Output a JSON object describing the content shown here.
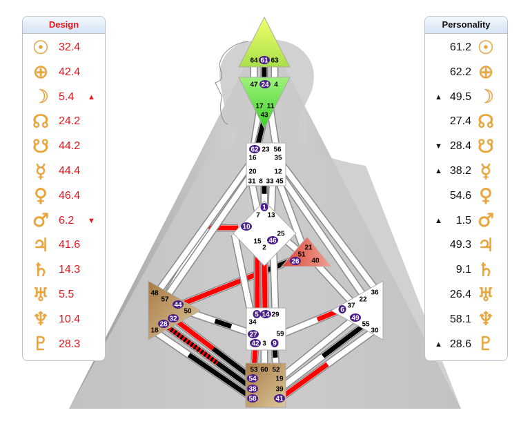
{
  "design": {
    "title": "Design",
    "rows": [
      {
        "planet": "sun",
        "glyph": "☉",
        "value": "32.4",
        "arrow": ""
      },
      {
        "planet": "earth",
        "glyph": "⊕",
        "value": "42.4",
        "arrow": ""
      },
      {
        "planet": "moon",
        "glyph": "☽",
        "value": "5.4",
        "arrow": "▲"
      },
      {
        "planet": "north-node",
        "glyph": "☊",
        "value": "24.2",
        "arrow": ""
      },
      {
        "planet": "south-node",
        "glyph": "☋",
        "value": "44.2",
        "arrow": ""
      },
      {
        "planet": "mercury",
        "glyph": "☿",
        "value": "44.4",
        "arrow": ""
      },
      {
        "planet": "venus",
        "glyph": "♀",
        "value": "46.4",
        "arrow": ""
      },
      {
        "planet": "mars",
        "glyph": "♂",
        "value": "6.2",
        "arrow": "▼"
      },
      {
        "planet": "jupiter",
        "glyph": "♃",
        "value": "41.6",
        "arrow": ""
      },
      {
        "planet": "saturn",
        "glyph": "♄",
        "value": "14.3",
        "arrow": ""
      },
      {
        "planet": "uranus",
        "glyph": "♅",
        "value": "5.5",
        "arrow": ""
      },
      {
        "planet": "neptune",
        "glyph": "♆",
        "value": "10.4",
        "arrow": ""
      },
      {
        "planet": "pluto",
        "glyph": "♇",
        "value": "28.3",
        "arrow": ""
      }
    ]
  },
  "personality": {
    "title": "Personality",
    "rows": [
      {
        "planet": "sun",
        "glyph": "☉",
        "value": "61.2",
        "arrow": ""
      },
      {
        "planet": "earth",
        "glyph": "⊕",
        "value": "62.2",
        "arrow": ""
      },
      {
        "planet": "moon",
        "glyph": "☽",
        "value": "49.5",
        "arrow": "▲"
      },
      {
        "planet": "north-node",
        "glyph": "☊",
        "value": "27.4",
        "arrow": ""
      },
      {
        "planet": "south-node",
        "glyph": "☋",
        "value": "28.4",
        "arrow": "▼"
      },
      {
        "planet": "mercury",
        "glyph": "☿",
        "value": "38.2",
        "arrow": "▲"
      },
      {
        "planet": "venus",
        "glyph": "♀",
        "value": "54.6",
        "arrow": ""
      },
      {
        "planet": "mars",
        "glyph": "♂",
        "value": "1.5",
        "arrow": "▲"
      },
      {
        "planet": "jupiter",
        "glyph": "♃",
        "value": "49.3",
        "arrow": ""
      },
      {
        "planet": "saturn",
        "glyph": "♄",
        "value": "9.1",
        "arrow": ""
      },
      {
        "planet": "uranus",
        "glyph": "♅",
        "value": "26.4",
        "arrow": ""
      },
      {
        "planet": "neptune",
        "glyph": "♆",
        "value": "58.1",
        "arrow": ""
      },
      {
        "planet": "pluto",
        "glyph": "♇",
        "value": "28.6",
        "arrow": "▲"
      }
    ]
  },
  "colors": {
    "design": "#e8141c",
    "personality": "#111111",
    "active_gate": "#4b1f8a",
    "glyph": "#eda531"
  },
  "gates": [
    {
      "n": "64",
      "active": false
    },
    {
      "n": "61",
      "active": true
    },
    {
      "n": "63",
      "active": false
    },
    {
      "n": "47",
      "active": false
    },
    {
      "n": "24",
      "active": true
    },
    {
      "n": "4",
      "active": false
    },
    {
      "n": "17",
      "active": false
    },
    {
      "n": "11",
      "active": false
    },
    {
      "n": "43",
      "active": false
    },
    {
      "n": "62",
      "active": true
    },
    {
      "n": "23",
      "active": false
    },
    {
      "n": "56",
      "active": false
    },
    {
      "n": "16",
      "active": false
    },
    {
      "n": "35",
      "active": false
    },
    {
      "n": "20",
      "active": false
    },
    {
      "n": "12",
      "active": false
    },
    {
      "n": "31",
      "active": false
    },
    {
      "n": "8",
      "active": false
    },
    {
      "n": "33",
      "active": false
    },
    {
      "n": "45",
      "active": false
    },
    {
      "n": "1",
      "active": true
    },
    {
      "n": "7",
      "active": false
    },
    {
      "n": "13",
      "active": false
    },
    {
      "n": "10",
      "active": true
    },
    {
      "n": "25",
      "active": false
    },
    {
      "n": "15",
      "active": false
    },
    {
      "n": "46",
      "active": true
    },
    {
      "n": "2",
      "active": false
    },
    {
      "n": "21",
      "active": false
    },
    {
      "n": "51",
      "active": false
    },
    {
      "n": "26",
      "active": true
    },
    {
      "n": "40",
      "active": false
    },
    {
      "n": "48",
      "active": false
    },
    {
      "n": "57",
      "active": false
    },
    {
      "n": "44",
      "active": true
    },
    {
      "n": "50",
      "active": false
    },
    {
      "n": "32",
      "active": true
    },
    {
      "n": "28",
      "active": true
    },
    {
      "n": "18",
      "active": false
    },
    {
      "n": "5",
      "active": true
    },
    {
      "n": "14",
      "active": true
    },
    {
      "n": "29",
      "active": false
    },
    {
      "n": "34",
      "active": false
    },
    {
      "n": "27",
      "active": true
    },
    {
      "n": "59",
      "active": false
    },
    {
      "n": "42",
      "active": true
    },
    {
      "n": "3",
      "active": false
    },
    {
      "n": "9",
      "active": true
    },
    {
      "n": "36",
      "active": false
    },
    {
      "n": "22",
      "active": false
    },
    {
      "n": "37",
      "active": false
    },
    {
      "n": "6",
      "active": true
    },
    {
      "n": "49",
      "active": true
    },
    {
      "n": "55",
      "active": false
    },
    {
      "n": "30",
      "active": false
    },
    {
      "n": "53",
      "active": false
    },
    {
      "n": "60",
      "active": false
    },
    {
      "n": "52",
      "active": false
    },
    {
      "n": "54",
      "active": true
    },
    {
      "n": "19",
      "active": false
    },
    {
      "n": "38",
      "active": true
    },
    {
      "n": "39",
      "active": false
    },
    {
      "n": "58",
      "active": true
    },
    {
      "n": "41",
      "active": true
    }
  ]
}
